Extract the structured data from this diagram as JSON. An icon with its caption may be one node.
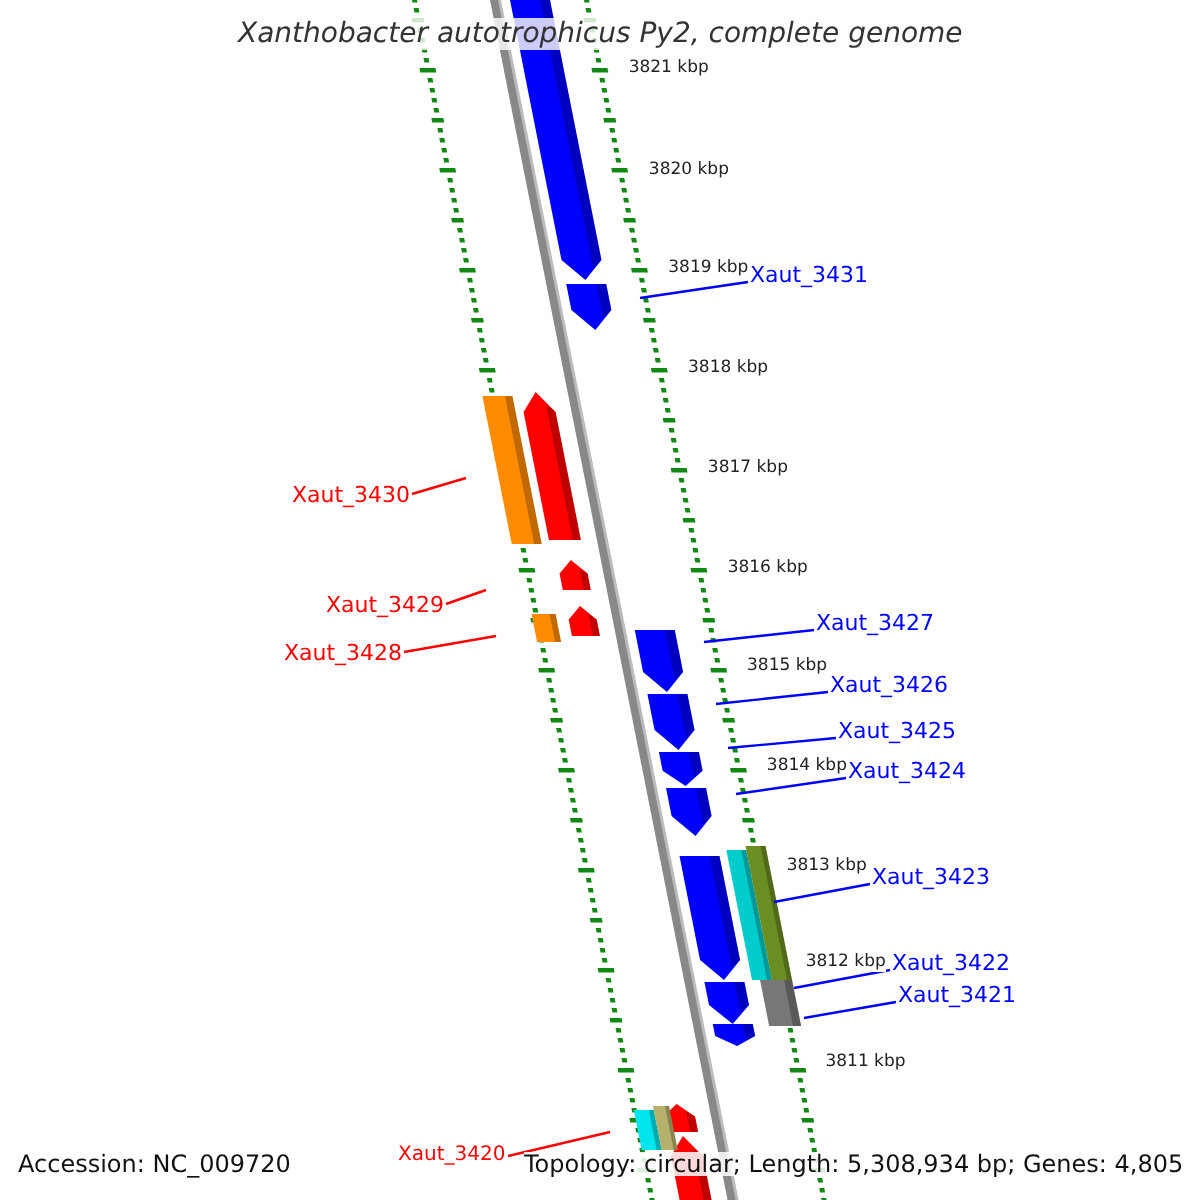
{
  "diagram": {
    "title": "Xanthobacter autotrophicus Py2, complete genome",
    "nodes": [
      {
        "text": [
          "Xaut_3431"
        ]
      },
      {
        "text": [
          "Xaut_3430"
        ]
      },
      {
        "text": [
          "Xaut_3429"
        ]
      },
      {
        "text": [
          "Xaut_3428"
        ]
      },
      {
        "text": [
          "Xaut_3427"
        ]
      },
      {
        "text": [
          "Xaut_3426"
        ]
      },
      {
        "text": [
          "Xaut_3425"
        ]
      },
      {
        "text": [
          "Xaut_3424"
        ]
      },
      {
        "text": [
          "Xaut_3423"
        ]
      },
      {
        "text": [
          "Xaut_3422"
        ]
      },
      {
        "text": [
          "Xaut_3421"
        ]
      },
      {
        "text": [
          "Xaut_3420"
        ]
      }
    ],
    "edges": [
      {
        "from": 0,
        "to": null,
        "arrow": "none"
      },
      {
        "from": 1,
        "to": null,
        "arrow": "none",
        "color": "#ff0000"
      },
      {
        "from": 2,
        "to": null,
        "arrow": "none",
        "color": "#ff0000"
      },
      {
        "from": 3,
        "to": null,
        "arrow": "none",
        "color": "#ff0000"
      },
      {
        "from": 4,
        "to": null,
        "arrow": "none"
      },
      {
        "from": 5,
        "to": null,
        "arrow": "none"
      },
      {
        "from": 6,
        "to": null,
        "arrow": "none"
      },
      {
        "from": 7,
        "to": null,
        "arrow": "none"
      },
      {
        "from": 8,
        "to": null,
        "arrow": "none"
      },
      {
        "from": 9,
        "to": null,
        "arrow": "none"
      },
      {
        "from": 10,
        "to": null,
        "arrow": "none"
      },
      {
        "from": 11,
        "to": null,
        "arrow": "none",
        "color": "#ff0000"
      }
    ],
    "labels": [
      "3821 kbp",
      "3820 kbp",
      "3819 kbp",
      "3818 kbp",
      "3817 kbp",
      "3816 kbp",
      "3815 kbp",
      "3814 kbp",
      "3813 kbp",
      "3812 kbp",
      "3811 kbp",
      "Accession: NC_009720",
      "Topology: circular; Length: 5,308,934 bp; Genes: 4,805"
    ]
  }
}
